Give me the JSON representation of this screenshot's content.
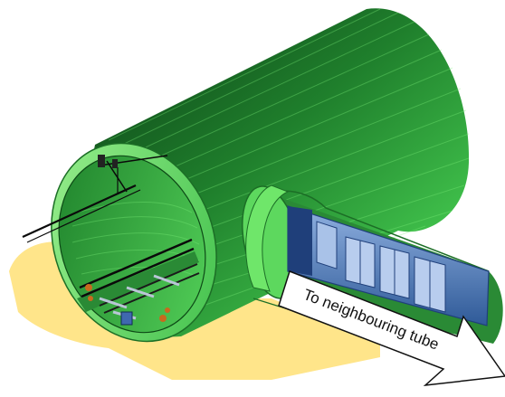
{
  "arrow": {
    "label": "To neighbouring tube"
  },
  "colors": {
    "tunnel_light": "#6fe66a",
    "tunnel_mid": "#3fbf4a",
    "tunnel_dark": "#0b3a14",
    "shadow": "#ffe58a",
    "train_body": "#4f78b3",
    "train_dark": "#1f3f7a",
    "window": "#a9c2e8",
    "arrow_fill": "#ffffff",
    "arrow_stroke": "#111111"
  },
  "icons": [
    "main-tunnel-tube",
    "cross-passage-tube",
    "train-carriage",
    "rail-track",
    "overhead-catenary",
    "direction-arrow"
  ]
}
